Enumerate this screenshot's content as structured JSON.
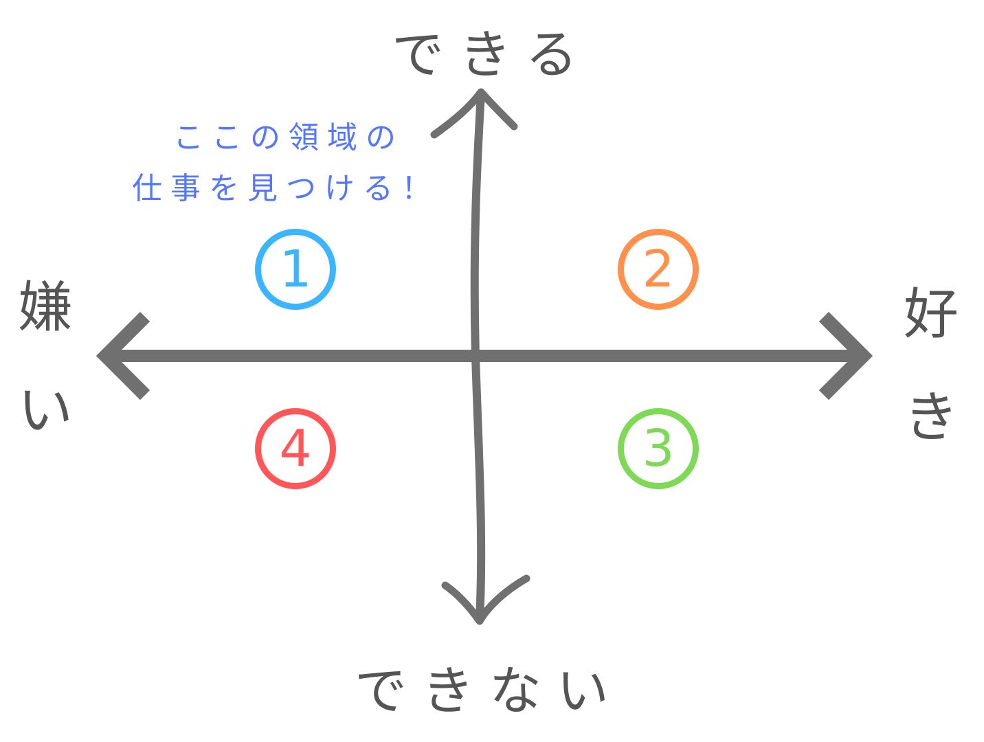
{
  "axes": {
    "vertical": {
      "top_label": "できる",
      "bottom_label": "できない"
    },
    "horizontal": {
      "left_label": [
        "嫌",
        "い"
      ],
      "right_label": [
        "好",
        "き"
      ]
    },
    "color": "#707070"
  },
  "note": {
    "line1": "ここの領域の",
    "line2": "仕事を見つける！",
    "color": "#5577ff"
  },
  "quadrants": [
    {
      "id": "q1",
      "label": "1",
      "color": "#3bb5ff",
      "position": "top-left"
    },
    {
      "id": "q2",
      "label": "2",
      "color": "#ff914d",
      "position": "top-right"
    },
    {
      "id": "q3",
      "label": "3",
      "color": "#7ed957",
      "position": "bottom-right"
    },
    {
      "id": "q4",
      "label": "4",
      "color": "#ff5757",
      "position": "bottom-left"
    }
  ]
}
